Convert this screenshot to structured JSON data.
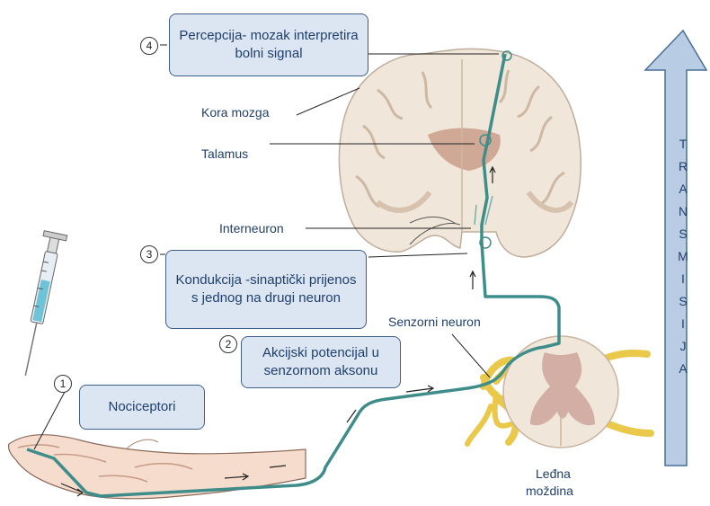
{
  "boxes": {
    "b4": "Percepcija- mozak interpretira bolni signal",
    "b3": "Kondukcija -sinaptički prijenos s jednog na drugi neuron",
    "b2": "Akcijski potencijal u senzornom aksonu",
    "b1": "Nociceptori"
  },
  "steps": [
    "1",
    "2",
    "3",
    "4"
  ],
  "labels": {
    "kora": "Kora mozga",
    "talamus": "Talamus",
    "interneuron": "Interneuron",
    "senzorni": "Senzorni neuron",
    "ledna1": "Leđna",
    "ledna2": "moždina"
  },
  "arrow_letters": [
    "T",
    "R",
    "A",
    "N",
    "S",
    "M",
    "I",
    "S",
    "I",
    "J",
    "A"
  ],
  "colors": {
    "box_fill": "#dce6f2",
    "box_border": "#3f5f86",
    "nerve": "#3f8d8a",
    "arrow_fill": "#b8cce4",
    "brain": "#f1e6da",
    "spinal_gray": "#d3aea4"
  }
}
